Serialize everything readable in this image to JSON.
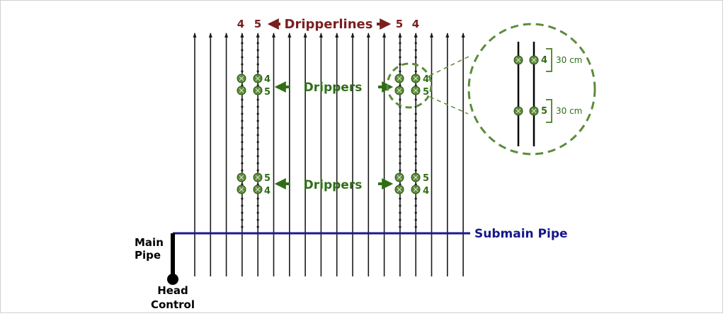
{
  "labels": {
    "dripperlines": "Dripperlines",
    "drippers_top": "Drippers",
    "drippers_bottom": "Drippers",
    "submain_pipe": "Submain Pipe",
    "main_pipe_line1": "Main",
    "main_pipe_line2": "Pipe",
    "head_control_line1": "Head",
    "head_control_line2": "Control",
    "spacing_top": "30 cm",
    "spacing_bottom": "30 cm"
  },
  "numbers": {
    "top_left": [
      "4",
      "5"
    ],
    "top_right": [
      "5",
      "4"
    ],
    "drip_top_left": [
      "4",
      "5"
    ],
    "drip_top_right": [
      "4",
      "5"
    ],
    "drip_bottom_left": [
      "5",
      "4"
    ],
    "drip_bottom_right": [
      "5",
      "4"
    ],
    "detail_top": "4",
    "detail_bottom": "5"
  },
  "colors": {
    "dripperline": "#1a1a1a",
    "submain": "#1a1a8c",
    "dripper_fill": "#5b8c3a",
    "green": "#2f6e17",
    "dark_red": "#7a1f1f"
  },
  "icons": [
    "arrow-left-icon",
    "arrow-right-icon",
    "dripper-icon"
  ]
}
